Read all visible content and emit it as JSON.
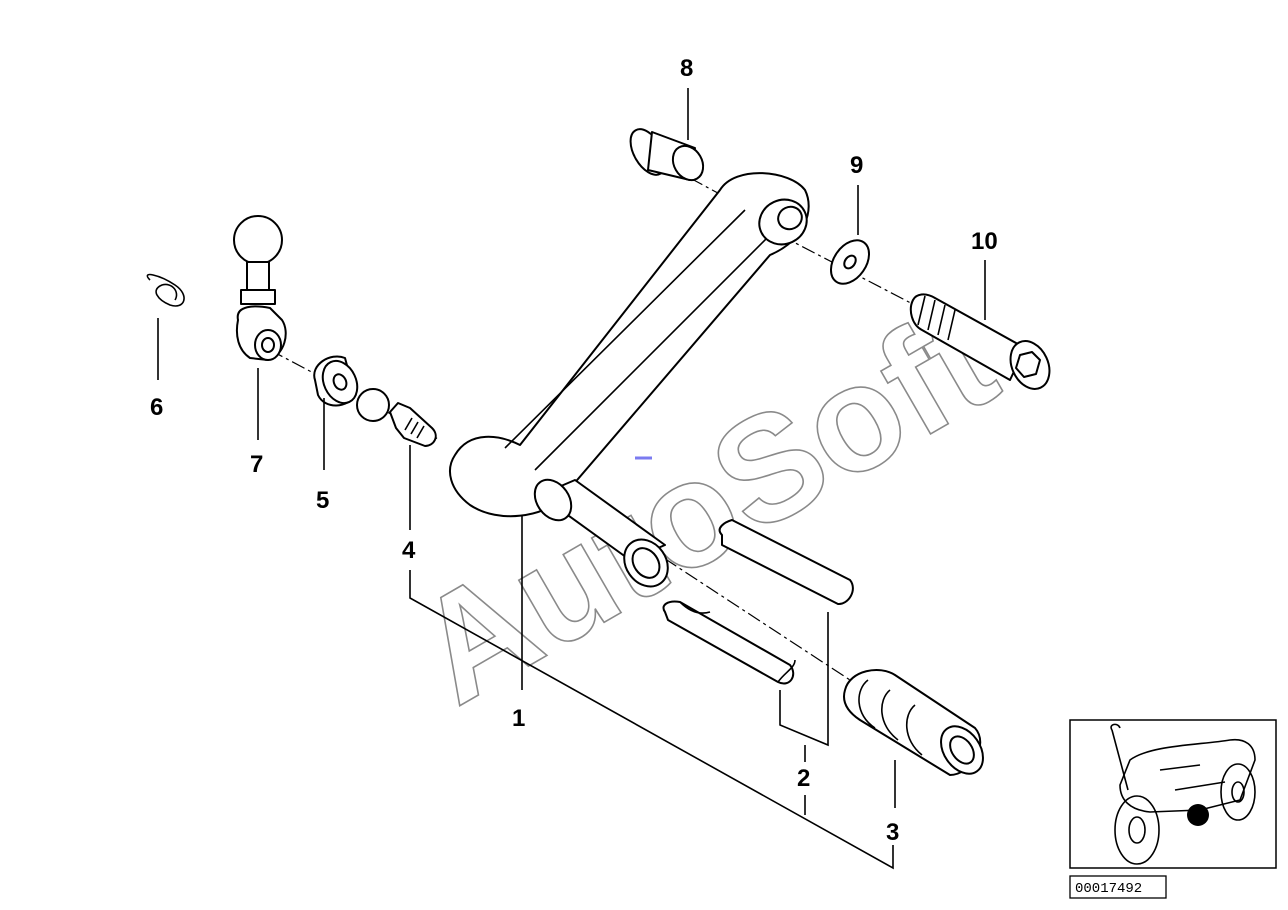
{
  "diagram": {
    "callouts": {
      "c1": "1",
      "c2": "2",
      "c3": "3",
      "c4": "4",
      "c5": "5",
      "c6": "6",
      "c7": "7",
      "c8": "8",
      "c9": "9",
      "c10": "10"
    },
    "watermark": "AutoSoft",
    "diagram_id": "00017492"
  },
  "colors": {
    "line": "#000000",
    "background": "#ffffff",
    "watermark": "#8a8a8a",
    "marker": "#000000"
  }
}
